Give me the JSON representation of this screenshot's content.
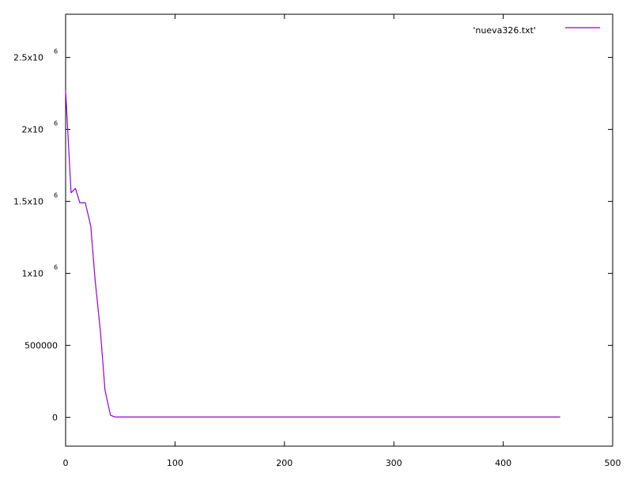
{
  "chart_data": {
    "type": "line",
    "title": "",
    "xlabel": "",
    "ylabel": "",
    "xlim": [
      0,
      500
    ],
    "ylim": [
      -200000,
      2800000
    ],
    "grid": false,
    "legend_position": "top-right",
    "x_ticks": [
      {
        "value": 0,
        "label": "0"
      },
      {
        "value": 100,
        "label": "100"
      },
      {
        "value": 200,
        "label": "200"
      },
      {
        "value": 300,
        "label": "300"
      },
      {
        "value": 400,
        "label": "400"
      },
      {
        "value": 500,
        "label": "500"
      }
    ],
    "y_ticks": [
      {
        "value": 0,
        "label": "0",
        "exp": ""
      },
      {
        "value": 500000,
        "label": "500000",
        "exp": ""
      },
      {
        "value": 1000000,
        "label": "1x10",
        "exp": "6"
      },
      {
        "value": 1500000,
        "label": "1.5x10",
        "exp": "6"
      },
      {
        "value": 2000000,
        "label": "2x10",
        "exp": "6"
      },
      {
        "value": 2500000,
        "label": "2.5x10",
        "exp": "6"
      }
    ],
    "series": [
      {
        "name": "'nueva326.txt'",
        "color": "#9400d3",
        "x": [
          0,
          5,
          9,
          13,
          18,
          23,
          27,
          32,
          36,
          41,
          45,
          50,
          100,
          200,
          300,
          400,
          452
        ],
        "y": [
          2270000,
          1560000,
          1590000,
          1490000,
          1490000,
          1330000,
          950000,
          580000,
          190000,
          15000,
          3000,
          3000,
          3000,
          3000,
          3000,
          3000,
          3000
        ]
      }
    ]
  }
}
